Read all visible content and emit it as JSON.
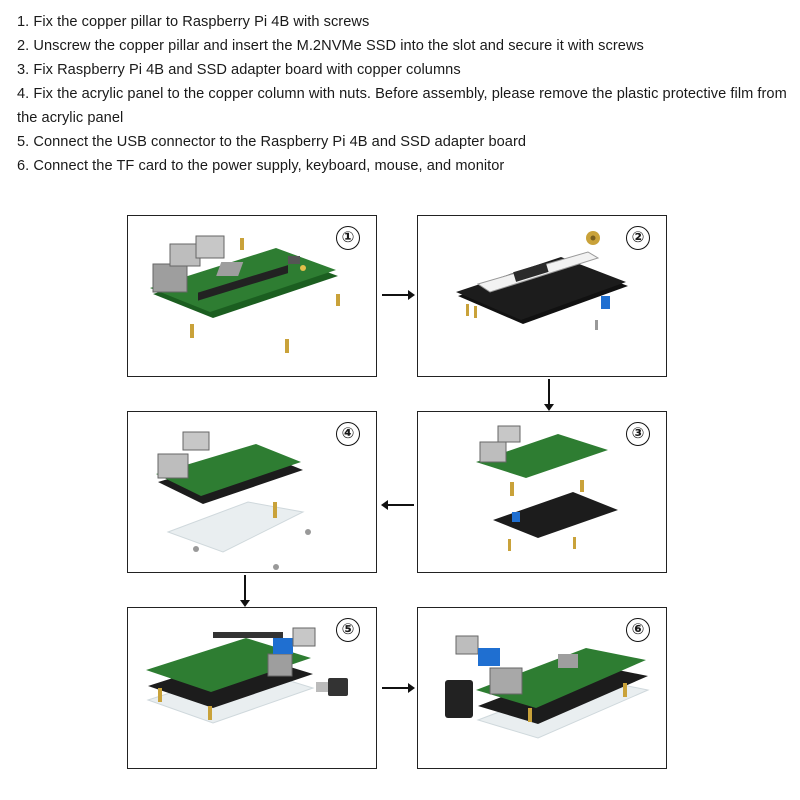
{
  "instructions": [
    "1. Fix the copper pillar to Raspberry Pi 4B with screws",
    "2. Unscrew the copper pillar and insert the M.2NVMe SSD into the slot and secure it with screws",
    "3. Fix Raspberry Pi 4B and SSD adapter board with copper columns",
    "4. Fix the acrylic panel to the copper column with nuts. Before assembly, please remove the plastic protective film from the acrylic panel",
    "5. Connect the USB connector to the Raspberry Pi 4B and SSD adapter board",
    "6. Connect the TF card to the power supply, keyboard, mouse, and monitor"
  ],
  "panels": {
    "p1": {
      "step": "①",
      "image": "raspberry-pi-4b-with-copper-pillars"
    },
    "p2": {
      "step": "②",
      "image": "ssd-adapter-board-with-m2-nvme-ssd"
    },
    "p3": {
      "step": "③",
      "image": "pi-above-adapter-board"
    },
    "p4": {
      "step": "④",
      "image": "stack-above-acrylic-panel"
    },
    "p5": {
      "step": "⑤",
      "image": "assembled-stack-with-usb-connector"
    },
    "p6": {
      "step": "⑥",
      "image": "finished-assembly"
    }
  },
  "colors": {
    "pcb": "#2e7d32",
    "pcb_dark": "#1b5e20",
    "brass": "#c9a23a",
    "metal": "#b0b0b0",
    "black_board": "#1c1c1c",
    "acrylic": "#e9eef0",
    "usb_blue": "#1f6fd1"
  }
}
